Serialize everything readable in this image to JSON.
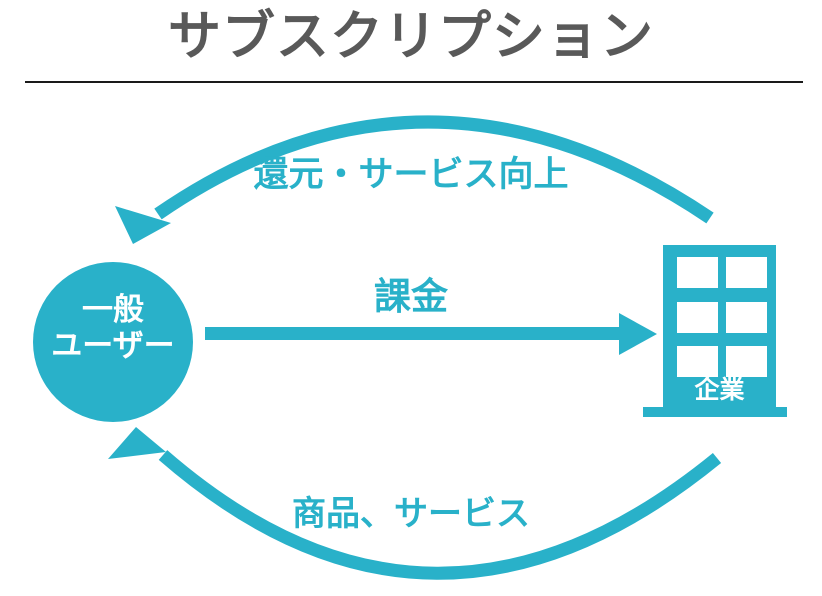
{
  "page": {
    "title": "サブスクリプション"
  },
  "colors": {
    "accent": "#29b1c9",
    "title_text": "#595959",
    "rule": "#1a1a1a",
    "background": "#ffffff",
    "label_on_accent": "#ffffff"
  },
  "actors": {
    "user": {
      "shape": "circle",
      "label_line1": "一般",
      "label_line2": "ユーザー"
    },
    "company": {
      "shape": "building",
      "label": "企業",
      "window_count": 6
    }
  },
  "flows": {
    "top": {
      "label": "還元・サービス向上",
      "from": "company",
      "to": "user",
      "style": "arc-above",
      "direction": "right-to-left"
    },
    "middle": {
      "label": "課金",
      "from": "user",
      "to": "company",
      "style": "straight",
      "direction": "left-to-right"
    },
    "bottom": {
      "label": "商品、サービス",
      "from": "company",
      "to": "user",
      "style": "arc-below",
      "direction": "right-to-left"
    }
  }
}
